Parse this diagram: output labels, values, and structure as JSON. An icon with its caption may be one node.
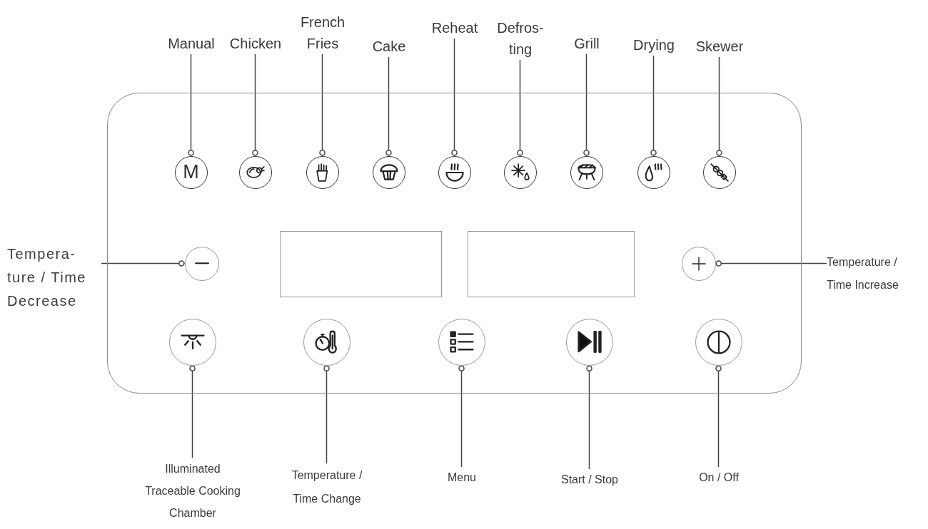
{
  "diagram": {
    "nodes": [
      {
        "text": [
          "Manual"
        ]
      },
      {
        "text": [
          "Chicken"
        ]
      },
      {
        "text": [
          "French Fries"
        ]
      },
      {
        "text": [
          "Cake"
        ]
      },
      {
        "text": [
          "Reheat"
        ]
      },
      {
        "text": [
          "Defros- ting"
        ]
      },
      {
        "text": [
          "Grill"
        ]
      },
      {
        "text": [
          "Drying"
        ]
      },
      {
        "text": [
          "Skewer"
        ]
      },
      {
        "text": [],
        "shape": "box"
      },
      {
        "text": [
          "M"
        ],
        "in": 9
      },
      {
        "text": [],
        "shape": "circle",
        "in": 9
      },
      {
        "text": [],
        "shape": "circle",
        "in": 9
      },
      {
        "text": [],
        "shape": "circle",
        "in": 9
      },
      {
        "text": [],
        "shape": "circle",
        "in": 9
      },
      {
        "text": [],
        "shape": "circle",
        "in": 9
      },
      {
        "text": [],
        "shape": "circle",
        "in": 9
      },
      {
        "text": [],
        "shape": "circle",
        "in": 9
      },
      {
        "text": [],
        "shape": "circle",
        "in": 9
      },
      {
        "text": [
          "Tempera- ture / Time Decrease"
        ]
      },
      {
        "text": [],
        "shape": "circle",
        "in": 9
      },
      {
        "text": [],
        "shape": "box",
        "in": 9
      },
      {
        "text": [],
        "shape": "box",
        "in": 9
      },
      {
        "text": [],
        "shape": "circle",
        "in": 9
      },
      {
        "text": [
          "Temperature / Time Increase"
        ]
      },
      {
        "text": [],
        "shape": "circle",
        "in": 9
      },
      {
        "text": [],
        "shape": "circle",
        "in": 9
      },
      {
        "text": [],
        "shape": "circle",
        "in": 9
      },
      {
        "text": [],
        "shape": "circle",
        "in": 9
      },
      {
        "text": [],
        "shape": "circle",
        "in": 9
      },
      {
        "text": [
          "Illuminated Traceable Cooking Chamber"
        ]
      },
      {
        "text": [
          "Temperature / Time Change"
        ]
      },
      {
        "text": [
          "Menu"
        ]
      },
      {
        "text": [
          "Start / Stop"
        ]
      },
      {
        "text": [
          "On / Off"
        ]
      }
    ],
    "edges": [
      {
        "from": 0,
        "to": 10,
        "arrow": "other"
      },
      {
        "from": 1,
        "to": 11,
        "arrow": "other"
      },
      {
        "from": 2,
        "to": 12,
        "arrow": "other"
      },
      {
        "from": 3,
        "to": 13,
        "arrow": "other"
      },
      {
        "from": 4,
        "to": 14,
        "arrow": "other"
      },
      {
        "from": 5,
        "to": 15,
        "arrow": "other"
      },
      {
        "from": 6,
        "to": 16,
        "arrow": "other"
      },
      {
        "from": 7,
        "to": 17,
        "arrow": "other"
      },
      {
        "from": 8,
        "to": 18,
        "arrow": "other"
      },
      {
        "from": 19,
        "to": 20,
        "arrow": "other"
      },
      {
        "from": 24,
        "to": 23,
        "arrow": "other"
      },
      {
        "from": 30,
        "to": 25,
        "arrow": "other"
      },
      {
        "from": 31,
        "to": 26,
        "arrow": "other"
      },
      {
        "from": 32,
        "to": 27,
        "arrow": "other"
      },
      {
        "from": 33,
        "to": 28,
        "arrow": "other"
      },
      {
        "from": 34,
        "to": 29,
        "arrow": "other"
      }
    ]
  }
}
